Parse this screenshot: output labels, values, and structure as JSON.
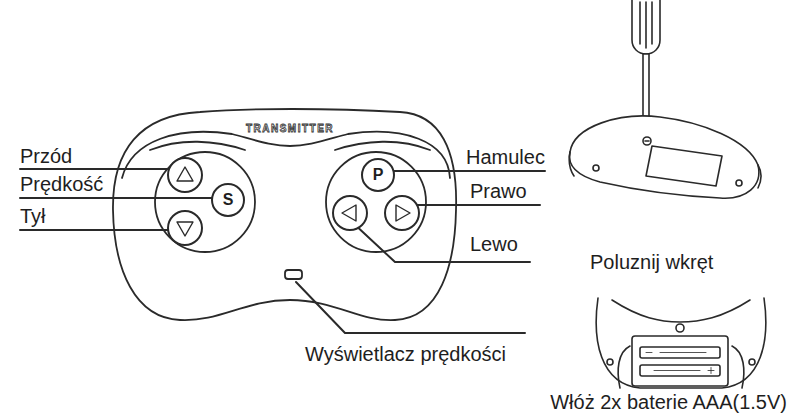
{
  "diagram": {
    "nodes": [
      {
        "text": [
          "TRANSMITTER"
        ]
      },
      {
        "text": [
          "S"
        ],
        "in": 0
      },
      {
        "text": [
          "P"
        ],
        "in": 0
      }
    ],
    "labels": [
      "Przód",
      "Prędkość",
      "Tył",
      "Hamulec",
      "Prawo",
      "Lewo",
      "Wyświetlacz prędkości",
      "Poluznij wkręt",
      "Włóż 2x baterie AAA(1.5V)"
    ]
  }
}
